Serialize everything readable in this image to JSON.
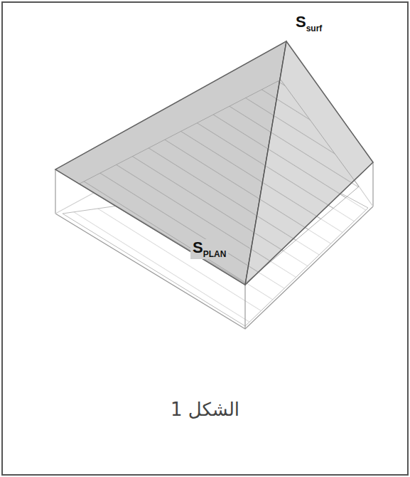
{
  "diagram": {
    "caption": "الشكل 1",
    "labels": [
      "S",
      "surf",
      "S",
      "PLAN"
    ]
  }
}
